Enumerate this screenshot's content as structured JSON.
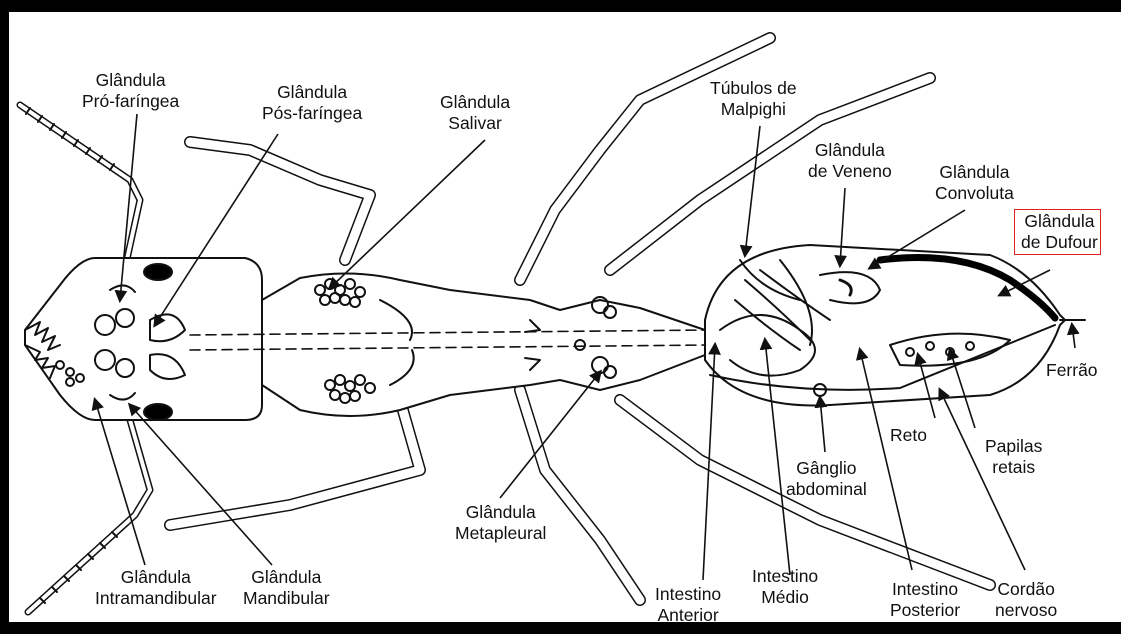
{
  "highlight_color": "#e02020",
  "labels": {
    "pro_faringea": [
      "Glândula",
      "Pró-faríngea"
    ],
    "pos_faringea": [
      "Glândula",
      "Pós-faríngea"
    ],
    "salivar": [
      "Glândula",
      "Salivar"
    ],
    "malpighi": [
      "Túbulos de",
      "Malpighi"
    ],
    "veneno": [
      "Glândula",
      "de Veneno"
    ],
    "convoluta": [
      "Glândula",
      "Convoluta"
    ],
    "dufour": [
      "Glândula",
      "de Dufour"
    ],
    "ferrao": "Ferrão",
    "reto": "Reto",
    "papilas": [
      "Papilas",
      "retais"
    ],
    "ganglio": [
      "Gânglio",
      "abdominal"
    ],
    "metapleural": [
      "Glândula",
      "Metapleural"
    ],
    "intramandibular": [
      "Glândula",
      "Intramandibular"
    ],
    "mandibular": [
      "Glândula",
      "Mandibular"
    ],
    "int_anterior": [
      "Intestino",
      "Anterior"
    ],
    "int_medio": [
      "Intestino",
      "Médio"
    ],
    "int_posterior": [
      "Intestino",
      "Posterior"
    ],
    "cordao": [
      "Cordão",
      "nervoso"
    ]
  }
}
